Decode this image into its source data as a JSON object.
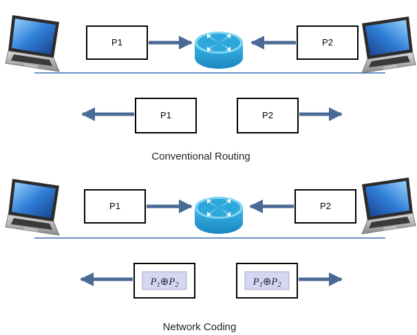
{
  "sections": [
    {
      "caption": "Conventional Routing",
      "uplink": {
        "left": "P1",
        "right": "P2"
      },
      "downlink": {
        "left": "P1",
        "right": "P2"
      }
    },
    {
      "caption": "Network Coding",
      "uplink": {
        "left": "P1",
        "right": "P2"
      },
      "downlink": {
        "left": {
          "a": "P",
          "a_sub": "1",
          "op": "⊕",
          "b": "P",
          "b_sub": "2"
        },
        "right": {
          "a": "P",
          "a_sub": "1",
          "op": "⊕",
          "b": "P",
          "b_sub": "2"
        }
      }
    }
  ],
  "colors": {
    "arrow": "#4a6a96",
    "link_line": "#3c6fb5",
    "router_body": "#2ea8dc",
    "router_top": "#7fd4f2",
    "coded_highlight": "#d6d6f0"
  },
  "icons": [
    "laptop-icon",
    "router-icon"
  ]
}
